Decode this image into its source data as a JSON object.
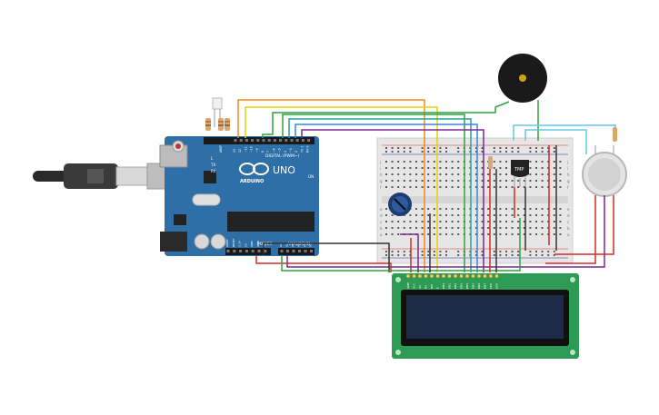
{
  "colors": {
    "arduino_board": "#2f6fa8",
    "breadboard": "#e6e6e6",
    "lcd_pcb": "#2e9b54",
    "lcd_screen": "#1d2a48",
    "wire_orange": "#f08a1a",
    "wire_yellow": "#e8d000",
    "wire_green": "#2fa43c",
    "wire_teal": "#2aa1a0",
    "wire_blue": "#3a86d6",
    "wire_purple": "#7a2a8a",
    "wire_red": "#d42a2a",
    "wire_black": "#333333",
    "wire_lightblue": "#66c6e0"
  },
  "arduino": {
    "brand": "ARDUINO",
    "model": "UNO",
    "digital_label": "DIGITAL (PWM~)",
    "power_label": "POWER",
    "analog_label": "ANALOG IN",
    "tx": "TX",
    "rx": "RX",
    "on": "ON",
    "l": "L",
    "aref": "AREF",
    "top_pins": [
      "13",
      "12",
      "~11",
      "~10",
      "~9",
      "8",
      "7",
      "~6",
      "~5",
      "4",
      "~3",
      "2",
      "TX 1",
      "RX 0"
    ],
    "power_pins": [
      "IOREF",
      "RESET",
      "3.3V",
      "5V",
      "GND",
      "GND",
      "Vin"
    ],
    "analog_pins": [
      "A0",
      "A1",
      "A2",
      "A3",
      "A4",
      "A5"
    ]
  },
  "sensor": {
    "tmp_label": "TMP"
  },
  "breadboard": {
    "row_letters_top": [
      "j",
      "i",
      "h",
      "g",
      "f"
    ],
    "row_letters_bottom": [
      "e",
      "d",
      "c",
      "b",
      "a"
    ]
  },
  "lcd": {
    "pin_labels": [
      "GND",
      "VCC",
      "V0",
      "RS",
      "RW",
      "E",
      "DB0",
      "DB1",
      "DB2",
      "DB3",
      "DB4",
      "DB5",
      "DB6",
      "DB7",
      "LED",
      "LED"
    ]
  }
}
